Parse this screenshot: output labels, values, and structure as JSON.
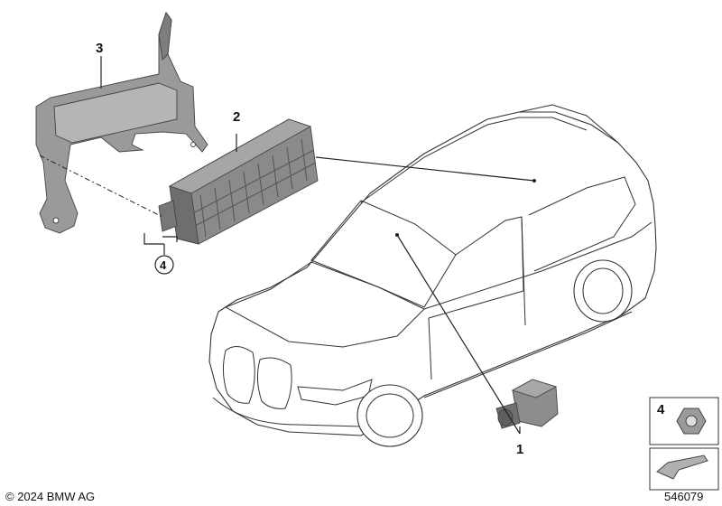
{
  "callouts": {
    "p1": "1",
    "p2": "2",
    "p3": "3",
    "p4_circle": "4",
    "p4_box": "4"
  },
  "footer": {
    "copyright": "© 2024 BMW AG",
    "diagram_number": "546079"
  },
  "colors": {
    "line": "#222222",
    "part_fill": "#9a9a9a",
    "part_dark": "#6e6e6e",
    "background": "#ffffff"
  }
}
